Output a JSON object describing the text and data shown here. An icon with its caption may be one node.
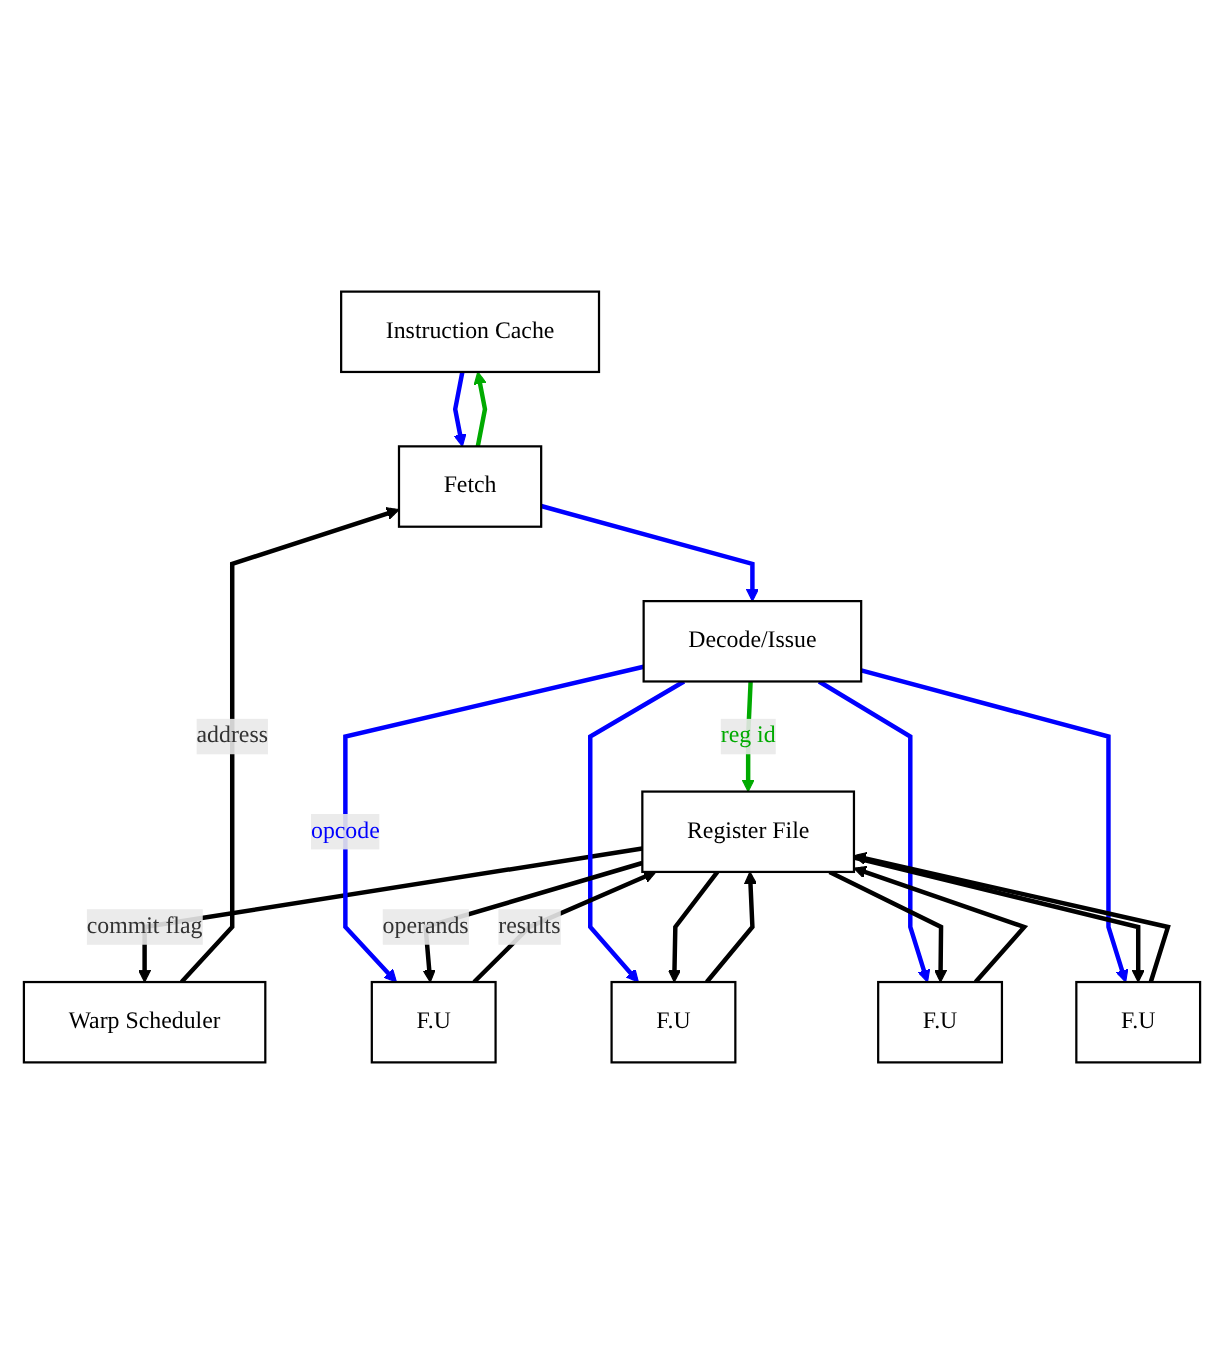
{
  "diagram": {
    "nodes": [
      {
        "text": [
          "Instruction Cache"
        ]
      },
      {
        "text": [
          "Warp Scheduler"
        ]
      },
      {
        "text": [
          "Fetch"
        ]
      },
      {
        "text": [
          "Decode/Issue"
        ]
      },
      {
        "text": [
          "Register File"
        ]
      },
      {
        "text": [
          "F.U"
        ]
      },
      {
        "text": [
          "F.U"
        ]
      },
      {
        "text": [
          "F.U"
        ]
      },
      {
        "text": [
          "F.U"
        ]
      }
    ],
    "edges": [
      {
        "from": 0,
        "to": 2,
        "arrow": "to",
        "color": "#0000ff"
      },
      {
        "from": 2,
        "to": 0,
        "arrow": "to",
        "color": "#00aa00"
      },
      {
        "from": 1,
        "to": 2,
        "arrow": "to",
        "label": "address"
      },
      {
        "from": 2,
        "to": 3,
        "arrow": "to",
        "color": "#0000ff"
      },
      {
        "from": 4,
        "to": 1,
        "arrow": "to",
        "label": "commit flag"
      },
      {
        "from": 3,
        "to": 4,
        "arrow": "to",
        "label": "reg id",
        "color": "#00aa00"
      },
      {
        "from": 3,
        "to": 5,
        "arrow": "to",
        "label": "opcode",
        "color": "#0000ff"
      },
      {
        "from": 3,
        "to": 6,
        "arrow": "to",
        "color": "#0000ff"
      },
      {
        "from": 3,
        "to": 7,
        "arrow": "to",
        "color": "#0000ff"
      },
      {
        "from": 3,
        "to": 8,
        "arrow": "to",
        "color": "#0000ff"
      },
      {
        "from": 4,
        "to": 5,
        "arrow": "to",
        "label": "operands"
      },
      {
        "from": 4,
        "to": 6,
        "arrow": "to"
      },
      {
        "from": 4,
        "to": 7,
        "arrow": "to"
      },
      {
        "from": 4,
        "to": 8,
        "arrow": "to"
      },
      {
        "from": 5,
        "to": 4,
        "arrow": "to",
        "label": "results"
      },
      {
        "from": 6,
        "to": 4,
        "arrow": "to"
      },
      {
        "from": 7,
        "to": 4,
        "arrow": "to"
      },
      {
        "from": 8,
        "to": 4,
        "arrow": "to"
      }
    ]
  }
}
